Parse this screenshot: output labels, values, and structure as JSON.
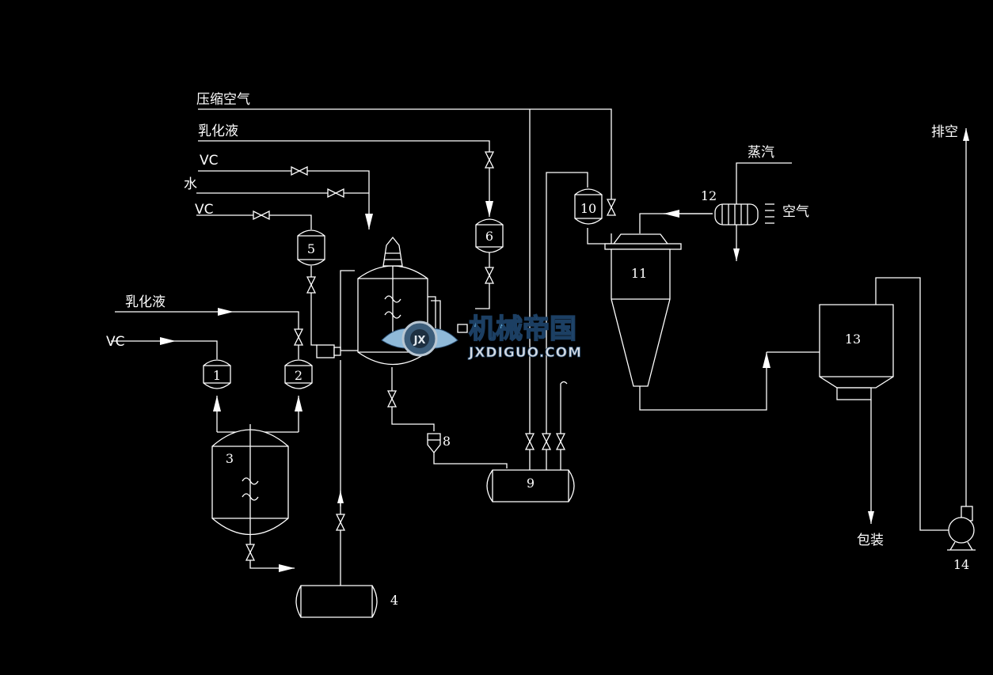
{
  "labels": {
    "compressed_air": "压缩空气",
    "emulsion_top": "乳化液",
    "vc_top": "VC",
    "water": "水",
    "vc_mid": "VC",
    "emulsion_left": "乳化液",
    "vc_left": "VC",
    "steam": "蒸汽",
    "air": "空气",
    "exhaust": "排空",
    "packaging": "包装"
  },
  "equipment": {
    "e1": "1",
    "e2": "2",
    "e3": "3",
    "e4": "4",
    "e5": "5",
    "e6": "6",
    "e8": "8",
    "e9": "9",
    "e10": "10",
    "e11": "11",
    "e12": "12",
    "e13": "13",
    "e14": "14"
  },
  "watermark": {
    "cn": "机械帝国",
    "en": "JXDIGUO.COM",
    "emblem": "JX"
  },
  "colors": {
    "background": "#000000",
    "line": "#ffffff",
    "watermark_blue": "#5fa8d6"
  },
  "icons": {
    "valve": "gate-valve-icon",
    "arrow": "flow-arrow-icon",
    "pump": "pump-icon",
    "heater": "heat-exchanger-icon"
  }
}
